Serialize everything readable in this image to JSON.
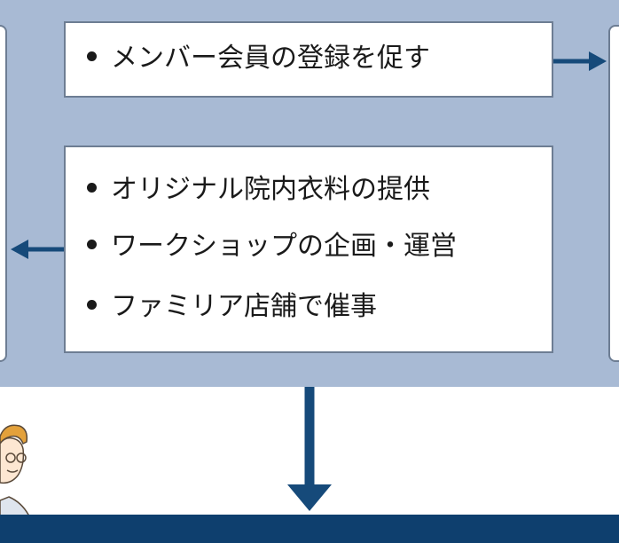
{
  "top_box": {
    "items": [
      "メンバー会員の登録を促す"
    ]
  },
  "middle_box": {
    "items": [
      "オリジナル院内衣料の提供",
      "ワークショップの企画・運営",
      "ファミリア店舗で催事"
    ]
  },
  "colors": {
    "panel": "#a8bad4",
    "arrow": "#164a7a",
    "bottom_bar": "#0e3f6e"
  }
}
